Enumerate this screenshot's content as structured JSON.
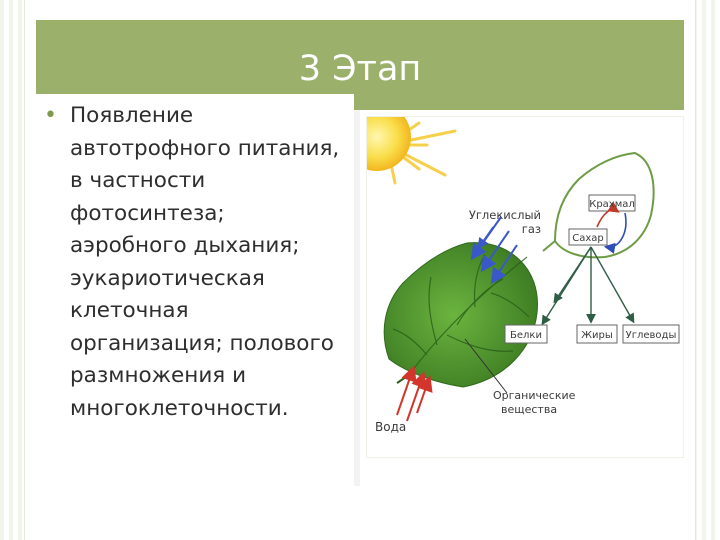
{
  "slide": {
    "title": "3 Этап",
    "bullet": "Появление автотрофного питания, в частности фотосинтеза; аэробного дыхания; эукариотическая клеточная организация; полового размножения и многоклеточности.",
    "bullet_lines": "автотрофного питания,\nв частности\nфотосинтеза;\nаэробного дыхания;\nэукариотическая\nклеточная\nорганизация; полового\nразмножения и\nмногоклеточности."
  },
  "diagram": {
    "labels": {
      "co2": "Углекислый",
      "co2_2": "газ",
      "starch": "Крахмал",
      "sugar": "Сахар",
      "proteins": "Белки",
      "fats": "Жиры",
      "carbs": "Углеводы",
      "organic": "Органические",
      "organic_2": "вещества",
      "water": "Вода"
    }
  },
  "colors": {
    "accent": "#9bb16b",
    "leaf_dark": "#3f7a24",
    "leaf_light": "#5ea33a",
    "sun": "#f7d23a",
    "arrow_blue": "#3a58c9",
    "arrow_red": "#d2352b",
    "arrow_green": "#2f5d46"
  }
}
